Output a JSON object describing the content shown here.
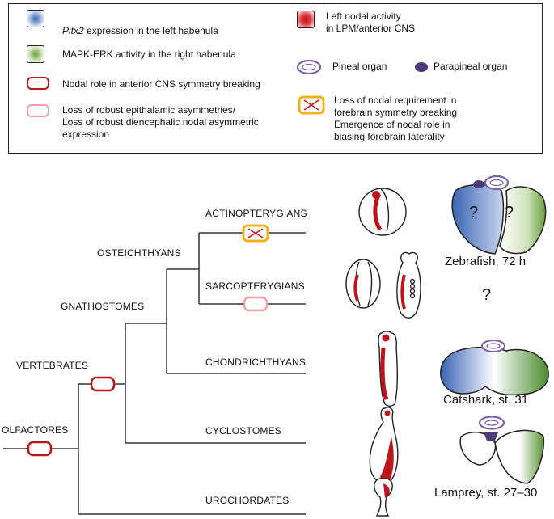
{
  "legend": {
    "pitx2_italic": "Pitx2",
    "pitx2_rest": " expression in the left habenula",
    "mapk": "MAPK-ERK activity in the right habenula",
    "nodal_role": "Nodal role in anterior CNS symmetry breaking",
    "loss_robust": "Loss of robust epithalamic asymmetries/\nLoss of robust diencephalic nodal asymmetric\nexpression",
    "left_nodal": "Left nodal activity\nin LPM/anterior CNS",
    "pineal": "Pineal organ",
    "parapineal": "Parapineal organ",
    "loss_nodal_req": "Loss of nodal requirement in\nforebrain symmetry breaking\nEmergence of nodal role in\nbiasing forebrain laterality"
  },
  "tree": {
    "clades": {
      "actinopterygians": "ACTINOPTERYGIANS",
      "osteichthyans": "OSTEICHTHYANS",
      "sarcopterygians": "SARCOPTERYGIANS",
      "gnathostomes": "GNATHOSTOMES",
      "vertebrates": "VERTEBRATES",
      "chondrichthyans": "CHONDRICHTHYANS",
      "olfactores": "OLFACTORES",
      "cyclostomes": "CYCLOSTOMES",
      "urochordates": "UROCHORDATES"
    },
    "species": {
      "zebrafish": "Zebrafish, 72 h",
      "catshark": "Catshark, st. 31",
      "lamprey": "Lamprey, st. 27–30"
    },
    "qmark": "?"
  },
  "colors": {
    "nodal_red": "#c0141c",
    "loss_pink": "#f0a0a4",
    "yellow": "#f2b21c",
    "pitx2_blue": "#3a64b4",
    "mapk_green": "#6aa040",
    "pineal_purple": "#7a64a8",
    "parapineal_purple": "#4e3a78"
  }
}
